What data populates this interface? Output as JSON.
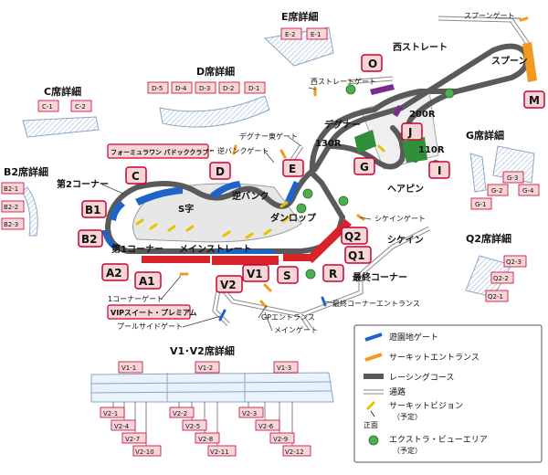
{
  "colors": {
    "grandstand_red": "#d8232a",
    "grandstand_blue": "#1e64c8",
    "purple": "#7a2a8c",
    "green": "#2f8f3a",
    "orange": "#f39a1e",
    "track": "#5a5a5a",
    "stand_fill": "#dce9f5",
    "label_pink": "#f7d6d8",
    "area_green": "#4caf50"
  },
  "sections": {
    "e": {
      "title": "E席詳細",
      "blocks": [
        "E-2",
        "E-1"
      ]
    },
    "d": {
      "title": "D席詳細",
      "blocks": [
        "D-5",
        "D-4",
        "D-3",
        "D-2",
        "D-1"
      ]
    },
    "c": {
      "title": "C席詳細",
      "blocks": [
        "C-1",
        "C-2"
      ]
    },
    "b2": {
      "title": "B2席詳細",
      "blocks": [
        "B2-1",
        "B2-2",
        "B2-3"
      ]
    },
    "g": {
      "title": "G席詳細",
      "blocks": [
        "G-1",
        "G-2",
        "G-3",
        "G-4"
      ]
    },
    "q2": {
      "title": "Q2席詳細",
      "blocks": [
        "Q2-1",
        "Q2-2",
        "Q2-3"
      ]
    }
  },
  "stands": [
    "O",
    "J",
    "G",
    "I",
    "M",
    "C",
    "D",
    "E",
    "B1",
    "B2",
    "A2",
    "A1",
    "V2",
    "V1",
    "S",
    "R",
    "Q1",
    "Q2"
  ],
  "special_stands": {
    "formula_paddock": "フォーミュラワン パドッククラブ™",
    "vip_suite": "VIPスイート・プレミアム"
  },
  "places": {
    "spoon_gate": "スプーンゲート",
    "west_straight": "西ストレート",
    "west_straight_gate": "西ストレートゲート",
    "spoon": "スプーン",
    "r200": "200R",
    "degner": "デグナー",
    "r130": "130R",
    "degner_east_gate": "デグナー東ゲート",
    "r110": "110R",
    "hairpin": "ヘアピン",
    "reverse_bank_gate": "逆バンクゲート",
    "reverse_bank": "逆バンク",
    "dunlop": "ダンロップ",
    "s_curve": "S字",
    "second_corner": "第2コーナー",
    "first_corner": "第1コーナー",
    "main_straight": "メインストレート",
    "chicane_gate": "シケインゲート",
    "chicane": "シケイン",
    "last_corner": "最終コーナー",
    "last_corner_entrance": "最終コーナーエントランス",
    "first_corner_gate": "1コーナーゲート",
    "gp_entrance": "GPエントランス",
    "main_gate": "メインゲート",
    "poolside_gate": "プールサイドゲート"
  },
  "legend": {
    "park_gate": "遊園地ゲート",
    "circuit_entrance": "サーキットエントランス",
    "racing_course": "レーシングコース",
    "passage": "通路",
    "circuit_vision": "サーキットビジョン",
    "planned": "（予定）",
    "front": "正面",
    "extra_view_area": "エクストラ・ビューエリア",
    "planned2": "（予定）"
  },
  "v_detail": {
    "title": "V1･V2席詳細",
    "top_labels": [
      "V1-1",
      "V1-2",
      "V1-3"
    ],
    "sub_labels": [
      "V2-1",
      "V2-4",
      "V2-7",
      "V2-10",
      "V2-2",
      "V2-5",
      "V2-8",
      "V2-11",
      "V2-3",
      "V2-6",
      "V2-9",
      "V2-12"
    ]
  }
}
